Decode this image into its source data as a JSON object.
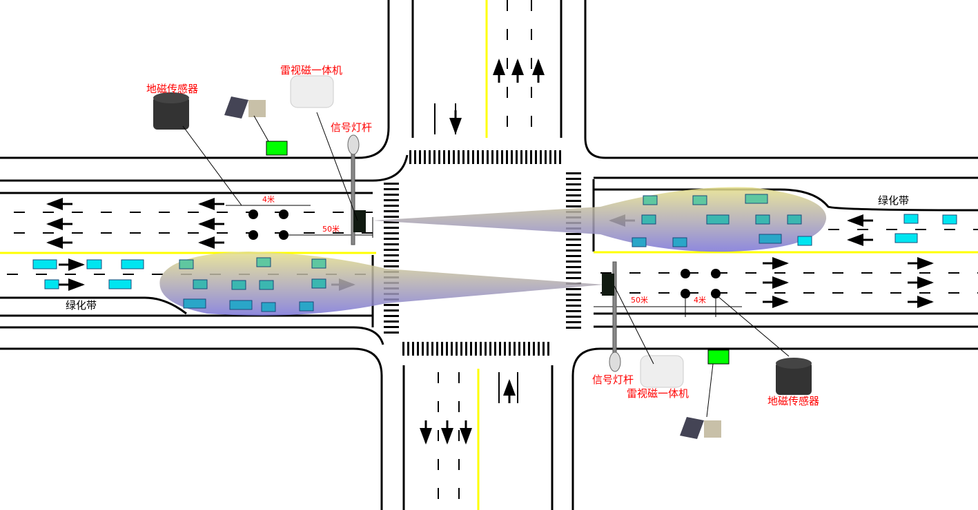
{
  "labels": {
    "geomagnetic_sensor": "地磁传感器",
    "radar_video_unit": "雷视磁一体机",
    "signal_pole": "信号灯杆",
    "green_belt": "绿化带",
    "distance_4m": "4米",
    "distance_50m": "50米"
  },
  "colors": {
    "label": "#ff0000",
    "vehicle": "#00e5f0",
    "yellow_line": "#ffff00",
    "controller_box": "#00ff00"
  }
}
